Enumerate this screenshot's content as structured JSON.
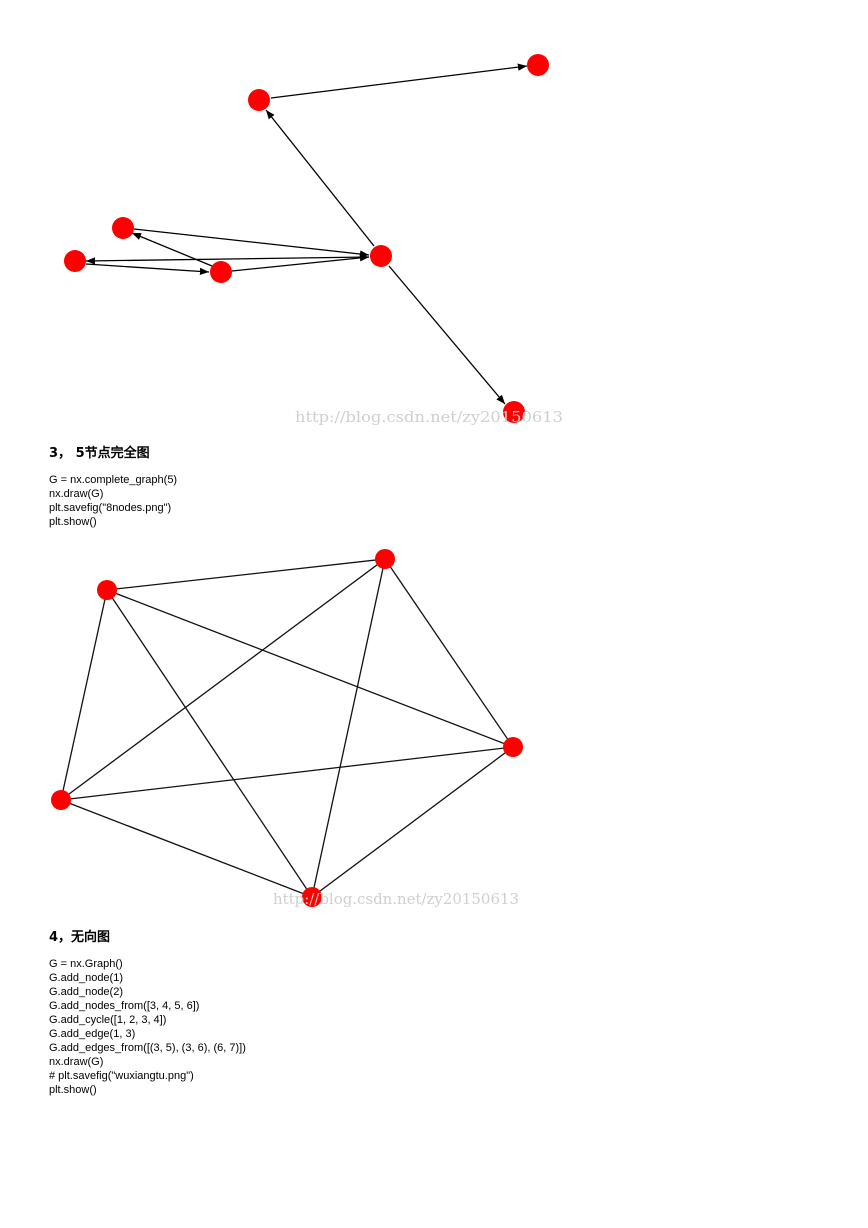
{
  "figure1": {
    "watermark": "http://blog.csdn.net/zy20150613",
    "node_color": "#ff0000",
    "edges_type": "directed"
  },
  "section3": {
    "heading": "3， 5节点完全图",
    "code": [
      "G = nx.complete_graph(5)",
      "nx.draw(G)",
      "plt.savefig(\"8nodes.png\")",
      "plt.show()"
    ]
  },
  "figure2": {
    "watermark": "http://blog.csdn.net/zy20150613",
    "node_color": "#ff0000",
    "edges_type": "undirected"
  },
  "section4": {
    "heading": "4，无向图",
    "code": [
      "G = nx.Graph()",
      "G.add_node(1)",
      "G.add_node(2)",
      "G.add_nodes_from([3, 4, 5, 6])",
      "G.add_cycle([1, 2, 3, 4])",
      "G.add_edge(1, 3)",
      "G.add_edges_from([(3, 5), (3, 6), (6, 7)])",
      "nx.draw(G)",
      "# plt.savefig(\"wuxiangtu.png\")",
      "plt.show()"
    ]
  }
}
